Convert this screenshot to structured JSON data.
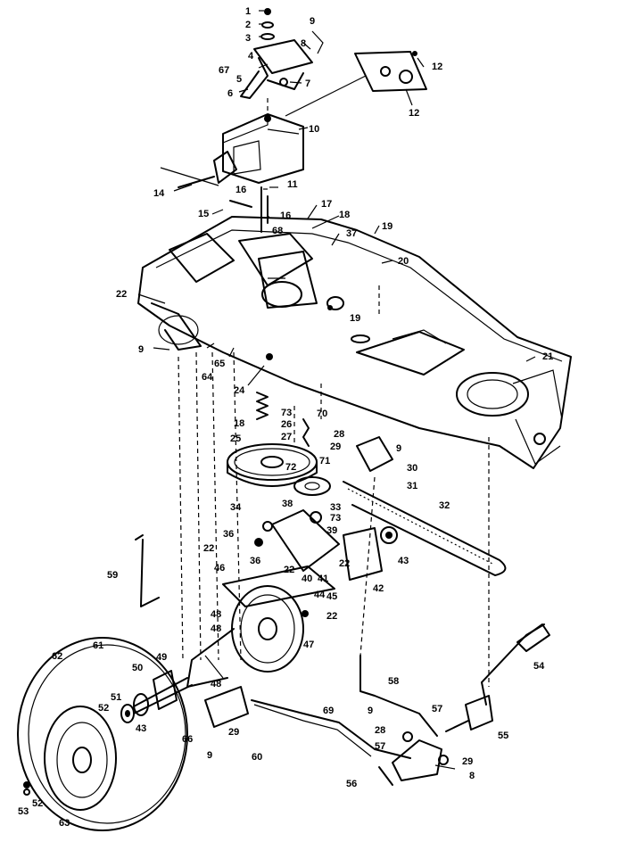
{
  "callouts": {
    "c1": "1",
    "c2": "2",
    "c3": "3",
    "c4": "4",
    "c5": "5",
    "c6": "6",
    "c7": "7",
    "c8": "8",
    "c9": "9",
    "c10": "10",
    "c11": "11",
    "c12a": "12",
    "c12b": "12",
    "c14": "14",
    "c15": "15",
    "c16a": "16",
    "c16b": "16",
    "c17": "17",
    "c18a": "18",
    "c18b": "18",
    "c19a": "19",
    "c19b": "19",
    "c20": "20",
    "c21": "21",
    "c22a": "22",
    "c22b": "22",
    "c22c": "22",
    "c22d": "22",
    "c24": "24",
    "c25": "25",
    "c26": "26",
    "c27": "27",
    "c28": "28",
    "c29a": "29",
    "c29b": "29",
    "c30": "30",
    "c31": "31",
    "c32": "32",
    "c33": "33",
    "c34": "34",
    "c36a": "36",
    "c36b": "36",
    "c37": "37",
    "c38": "38",
    "c39": "39",
    "c40": "40",
    "c41": "41",
    "c42": "42",
    "c43a": "43",
    "c43b": "43",
    "c44": "44",
    "c45": "45",
    "c46": "46",
    "c47": "47",
    "c48a": "48",
    "c48b": "48",
    "c48c": "48",
    "c49": "49",
    "c50": "50",
    "c51": "51",
    "c52a": "52",
    "c52b": "52",
    "c53": "53",
    "c54": "54",
    "c55": "55",
    "c56": "56",
    "c57a": "57",
    "c57b": "57",
    "c58": "58",
    "c59": "59",
    "c60": "60",
    "c61": "61",
    "c62": "62",
    "c63": "63",
    "c64": "64",
    "c65": "65",
    "c66": "66",
    "c67": "67",
    "c68": "68",
    "c69": "69",
    "c70": "70",
    "c71": "71",
    "c72": "72",
    "c73a": "73",
    "c73b": "73",
    "c9b": "9",
    "c9c": "9",
    "c9d": "9",
    "c9e": "9",
    "c8b": "8"
  }
}
